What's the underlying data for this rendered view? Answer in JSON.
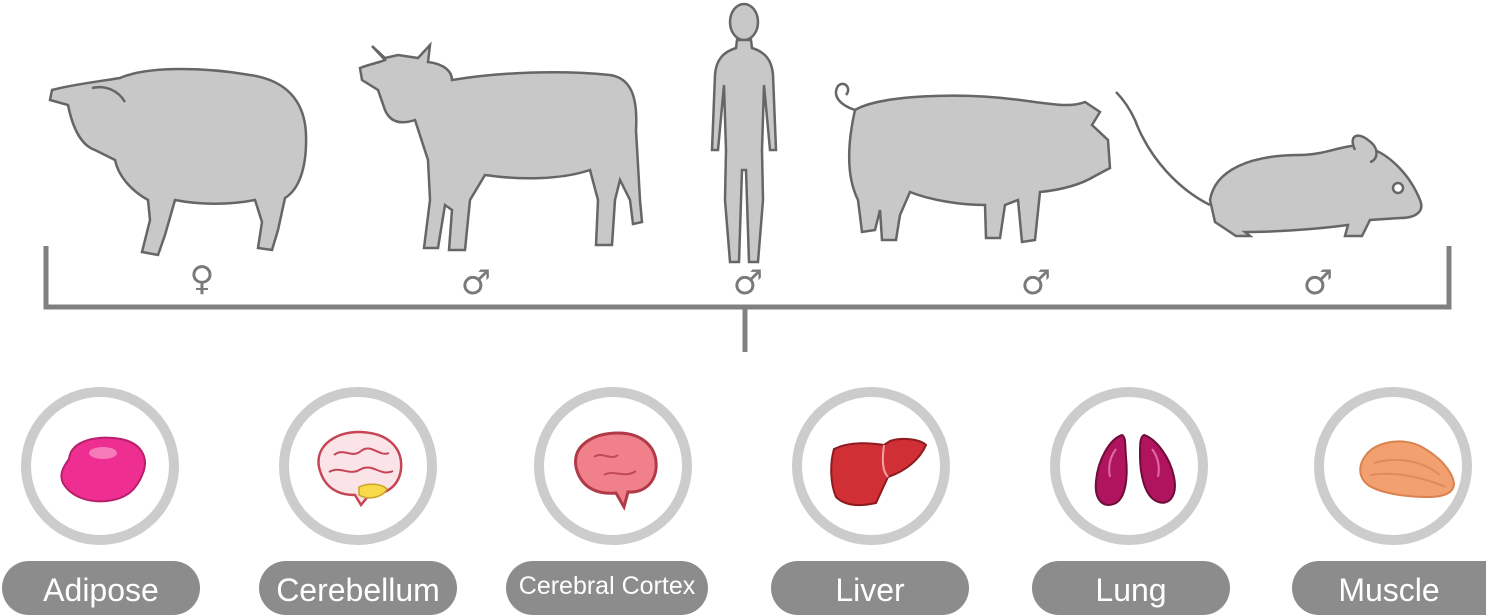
{
  "colors": {
    "animal_fill": "#c8c8c8",
    "animal_stroke": "#666666",
    "bracket": "#808080",
    "ring": "#cccccc",
    "pill": "#8c8c8c",
    "pill_text": "#ffffff"
  },
  "species": [
    {
      "name": "sheep-icon",
      "sex_symbol": "♀"
    },
    {
      "name": "cow-icon",
      "sex_symbol": "♂"
    },
    {
      "name": "human-icon",
      "sex_symbol": "♂"
    },
    {
      "name": "pig-icon",
      "sex_symbol": "♂"
    },
    {
      "name": "mouse-icon",
      "sex_symbol": "♂"
    }
  ],
  "tissues": [
    {
      "label": "Adipose",
      "icon": "adipose-icon"
    },
    {
      "label": "Cerebellum",
      "icon": "cerebellum-icon"
    },
    {
      "label": "Cerebral Cortex",
      "icon": "cerebral-cortex-icon"
    },
    {
      "label": "Liver",
      "icon": "liver-icon"
    },
    {
      "label": "Lung",
      "icon": "lung-icon"
    },
    {
      "label": "Muscle",
      "icon": "muscle-icon"
    }
  ]
}
